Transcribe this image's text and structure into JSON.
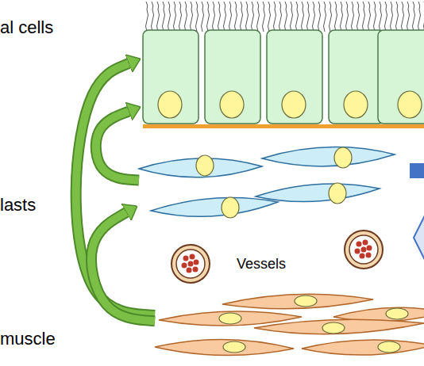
{
  "diagram": {
    "nodes": [
      {
        "text": [
          "al cells"
        ]
      },
      {
        "text": [
          "lasts"
        ]
      },
      {
        "text": [
          "muscle"
        ]
      }
    ],
    "edges": [
      {
        "from": 2,
        "to": 0,
        "arrow": "to"
      },
      {
        "from": 1,
        "to": 0,
        "arrow": "to"
      },
      {
        "from": 2,
        "to": 1,
        "arrow": "to"
      }
    ],
    "labels": [
      "Vessels"
    ]
  }
}
